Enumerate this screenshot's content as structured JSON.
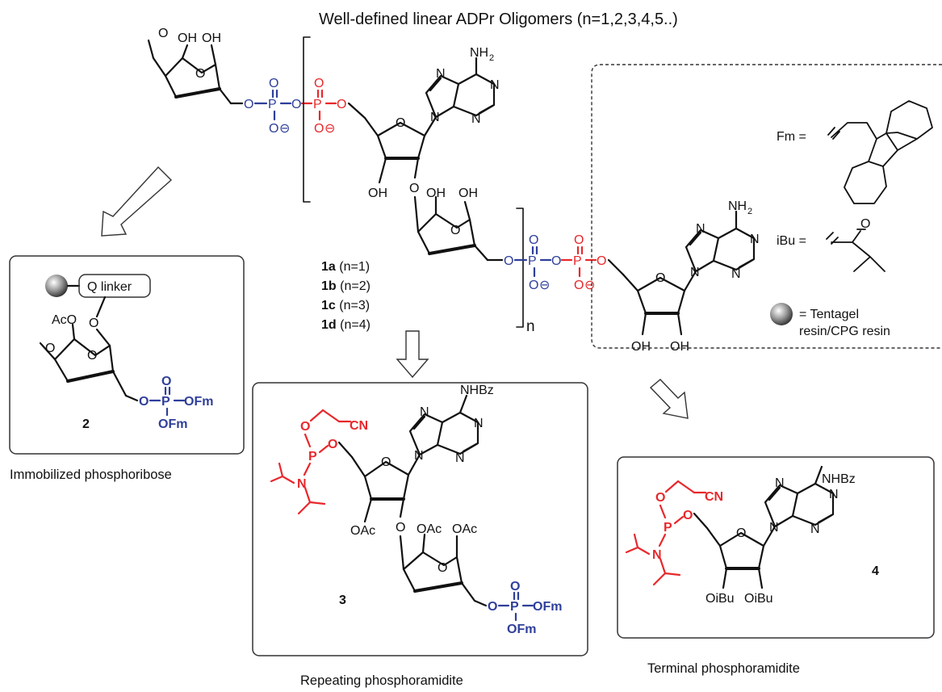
{
  "title": "Well-defined linear ADPr Oligomers (n=1,2,3,4,5..)",
  "atoms": {
    "OH": "OH",
    "O": "O",
    "P": "P",
    "N": "N",
    "NH2": "NH",
    "NH2_sub": "2",
    "charge": "⊖",
    "NHBz": "NHBz",
    "CN": "CN",
    "OAc": "OAc",
    "AcO": "AcO",
    "OFm": "OFm",
    "OiBu": "OiBu",
    "n": "n"
  },
  "compounds": [
    {
      "id": "1a",
      "n": "(n=1)"
    },
    {
      "id": "1b",
      "n": "(n=2)"
    },
    {
      "id": "1c",
      "n": "(n=3)"
    },
    {
      "id": "1d",
      "n": "(n=4)"
    }
  ],
  "legend": {
    "fm_label": "Fm =",
    "ibu_label": "iBu =",
    "resin_line1": "= Tentagel",
    "resin_line2": "resin/CPG resin"
  },
  "boxes": {
    "immobilized": {
      "number": "2",
      "linker": "Q linker",
      "caption": "Immobilized phosphoribose"
    },
    "repeating": {
      "number": "3",
      "caption": "Repeating phosphoramidite"
    },
    "terminal": {
      "number": "4",
      "caption": "Terminal phosphoramidite"
    }
  },
  "colors": {
    "blue_phosphate": "#2f3f9a",
    "red_phosphate": "#e8282c",
    "black": "#111111"
  }
}
